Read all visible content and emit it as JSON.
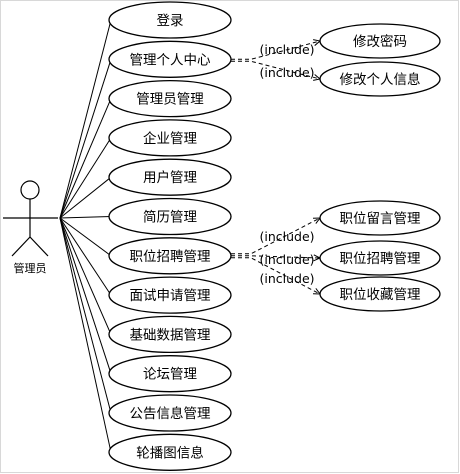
{
  "actor": {
    "name": "管理员"
  },
  "use_cases": [
    "登录",
    "管理个人中心",
    "管理员管理",
    "企业管理",
    "用户管理",
    "简历管理",
    "职位招聘管理",
    "面试申请管理",
    "基础数据管理",
    "论坛管理",
    "公告信息管理",
    "轮播图信息"
  ],
  "includes": [
    {
      "from": "管理个人中心",
      "to": "修改密码",
      "label": "(include)"
    },
    {
      "from": "管理个人中心",
      "to": "修改个人信息",
      "label": "(include)"
    },
    {
      "from": "职位招聘管理",
      "to": "职位留言管理",
      "label": "(include)"
    },
    {
      "from": "职位招聘管理",
      "to": "职位招聘管理",
      "label": "(include)"
    },
    {
      "from": "职位招聘管理",
      "to": "职位收藏管理",
      "label": "(include)"
    }
  ]
}
